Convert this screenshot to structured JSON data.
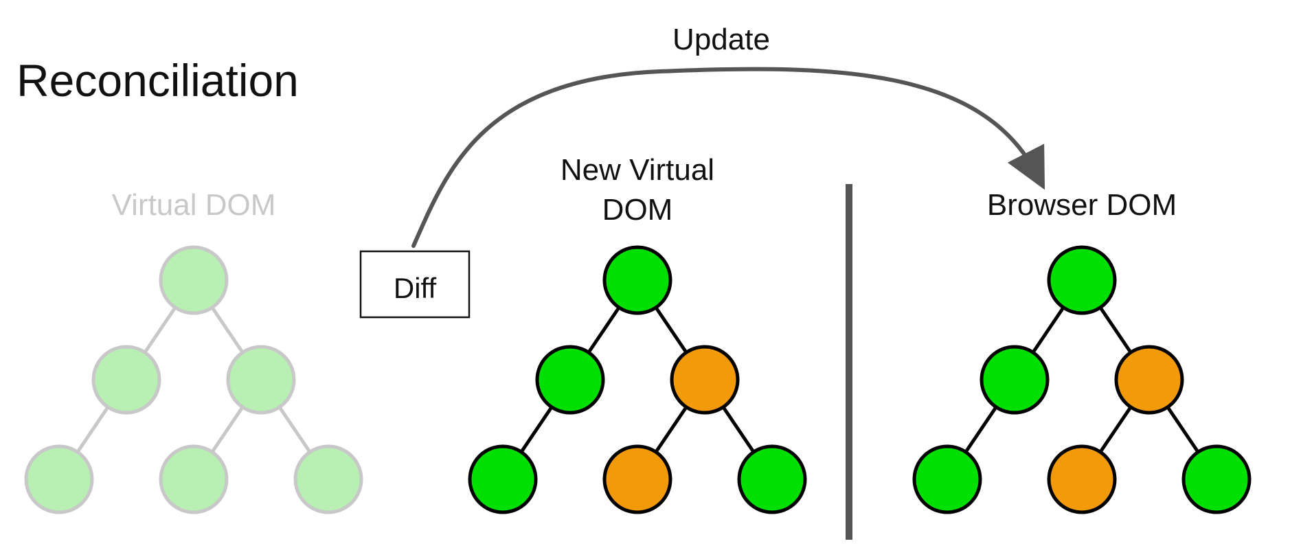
{
  "title": "Reconciliation",
  "update_label": "Update",
  "diff_label": "Diff",
  "colors": {
    "unchanged": "#00e000",
    "changed": "#f39a0a",
    "faded_fill": "#b8f0b4",
    "faded_stroke": "#c8c8c8",
    "faded_text": "#c8c8c8",
    "edge": "#000000",
    "arrow": "#555555",
    "divider": "#555555"
  },
  "trees": [
    {
      "id": "virtual-dom",
      "label_lines": [
        "Virtual DOM"
      ],
      "faded": true,
      "node_states": [
        "unchanged",
        "unchanged",
        "unchanged",
        "unchanged",
        "unchanged",
        "unchanged"
      ]
    },
    {
      "id": "new-virtual-dom",
      "label_lines": [
        "New Virtual",
        "DOM"
      ],
      "faded": false,
      "node_states": [
        "unchanged",
        "unchanged",
        "changed",
        "unchanged",
        "changed",
        "unchanged"
      ]
    },
    {
      "id": "browser-dom",
      "label_lines": [
        "Browser DOM"
      ],
      "faded": false,
      "node_states": [
        "unchanged",
        "unchanged",
        "changed",
        "unchanged",
        "changed",
        "unchanged"
      ]
    }
  ]
}
